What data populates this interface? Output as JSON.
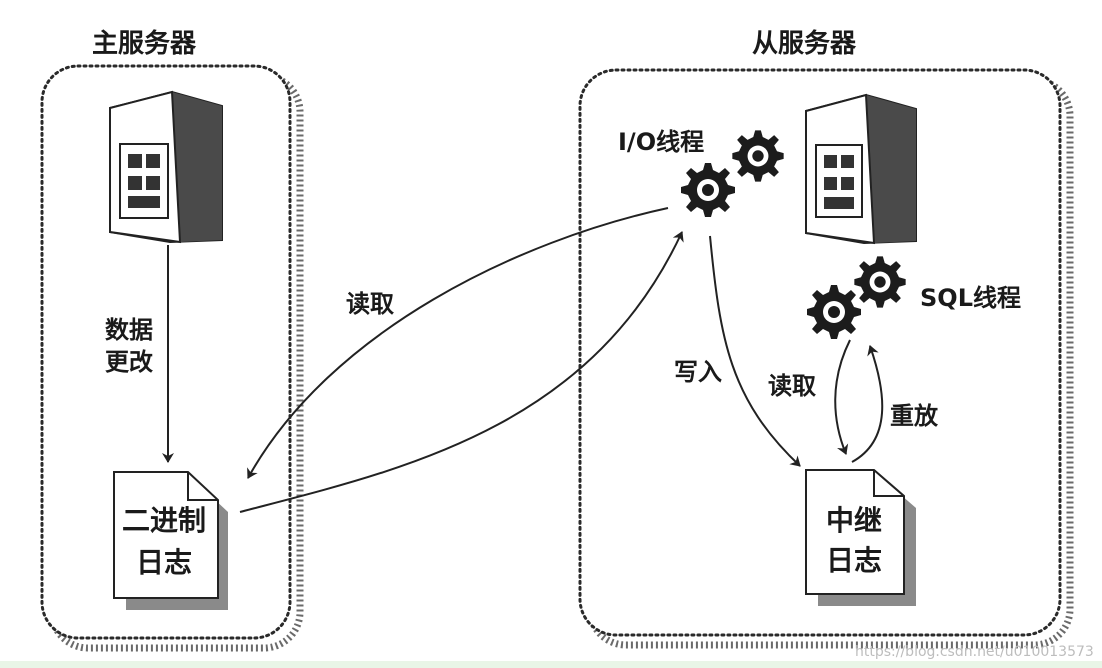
{
  "master": {
    "title": "主服务器",
    "edge_label": "数据\n更改",
    "edge_label_line1": "数据",
    "edge_label_line2": "更改",
    "doc_line1": "二进制",
    "doc_line2": "日志"
  },
  "slave": {
    "title": "从服务器",
    "io_thread": "I/O线程",
    "sql_thread": "SQL线程",
    "doc_line1": "中继",
    "doc_line2": "日志"
  },
  "edges": {
    "read_main": "读取",
    "write": "写入",
    "read_relay": "读取",
    "replay": "重放"
  },
  "watermark": "https://blog.csdn.net/u010013573"
}
